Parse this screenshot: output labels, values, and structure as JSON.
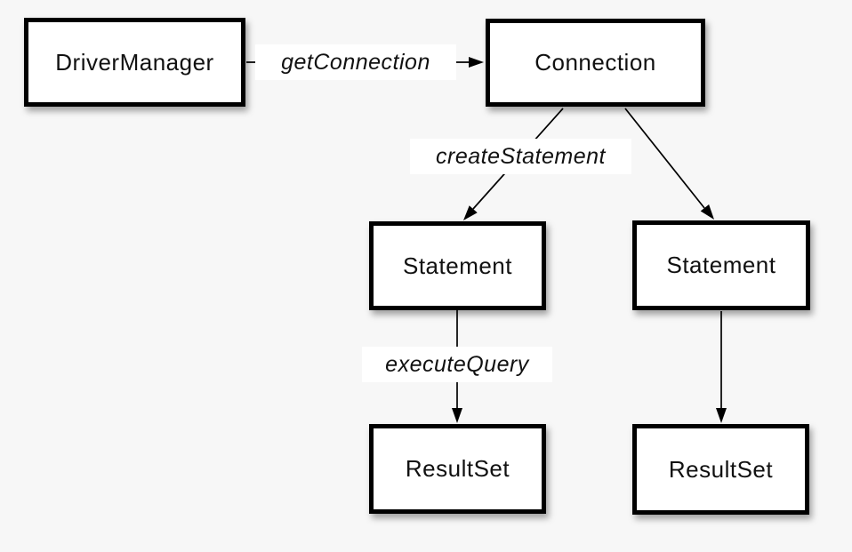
{
  "colors": {
    "background": "#f7f7f7",
    "box_fill": "#ffffff",
    "box_border": "#000000",
    "text": "#111111",
    "edge_line": "#000000",
    "edge_label_background": "#ffffff"
  },
  "diagram": {
    "nodes": [
      {
        "id": "driver-manager",
        "label": "DriverManager"
      },
      {
        "id": "connection",
        "label": "Connection"
      },
      {
        "id": "statement-left",
        "label": "Statement"
      },
      {
        "id": "statement-right",
        "label": "Statement"
      },
      {
        "id": "resultset-left",
        "label": "ResultSet"
      },
      {
        "id": "resultset-right",
        "label": "ResultSet"
      }
    ],
    "edges": [
      {
        "from": "DriverManager",
        "to": "Connection",
        "label": "getConnection"
      },
      {
        "from": "Connection",
        "to": "Statement-left",
        "label": "createStatement"
      },
      {
        "from": "Connection",
        "to": "Statement-right",
        "label": ""
      },
      {
        "from": "Statement-left",
        "to": "ResultSet-left",
        "label": "executeQuery"
      },
      {
        "from": "Statement-right",
        "to": "ResultSet-right",
        "label": ""
      }
    ]
  }
}
